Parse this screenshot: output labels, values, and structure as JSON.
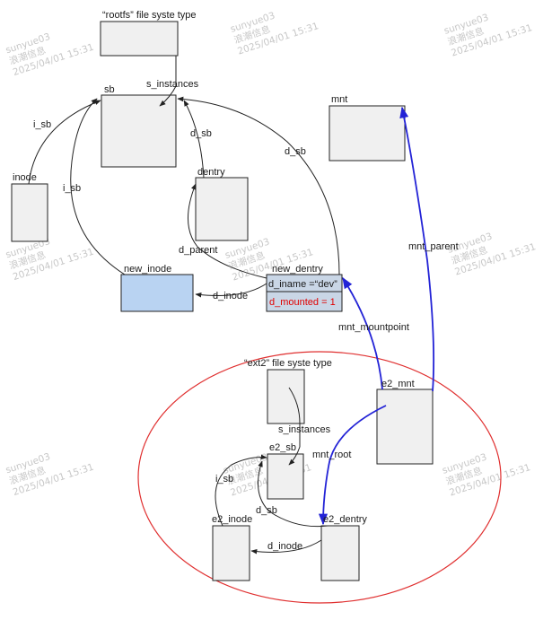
{
  "labels": {
    "rootfs_type": "“rootfs” file syste type",
    "sb": "sb",
    "s_instances_top": "s_instances",
    "mnt": "mnt",
    "i_sb_left": "i_sb",
    "d_sb_1": "d_sb",
    "d_sb_2": "d_sb",
    "inode": "inode",
    "dentry": "dentry",
    "i_sb_mid": "i_sb",
    "d_parent": "d_parent",
    "mnt_parent": "mnt_parent",
    "new_inode": "new_inode",
    "new_dentry": "new_dentry",
    "d_iname": "d_iname =“dev”",
    "d_mounted": "d_mounted = 1",
    "d_inode_top": "d_inode",
    "mnt_mountpoint": "mnt_mountpoint",
    "ext2_type": "“ext2” file syste type",
    "e2_mnt": "e2_mnt",
    "s_instances_bottom": "s_instances",
    "e2_sb": "e2_sb",
    "mnt_root": "mnt_root",
    "i_sb_bottom": "i_sb",
    "d_sb_bottom": "d_sb",
    "e2_inode": "e2_inode",
    "e2_dentry": "e2_dentry",
    "d_inode_bottom": "d_inode"
  },
  "watermark": {
    "user": "sunyue03",
    "org": "浪潮信息",
    "date": "2025/04/01 15:31"
  },
  "colors": {
    "box_fill": "#f0f0f0",
    "new_inode_fill": "#b9d3f2",
    "new_dentry_fill": "#c9d6e6",
    "mount_link": "#2323d6",
    "ellipse": "#e03030",
    "mounted_text": "#e00000"
  }
}
